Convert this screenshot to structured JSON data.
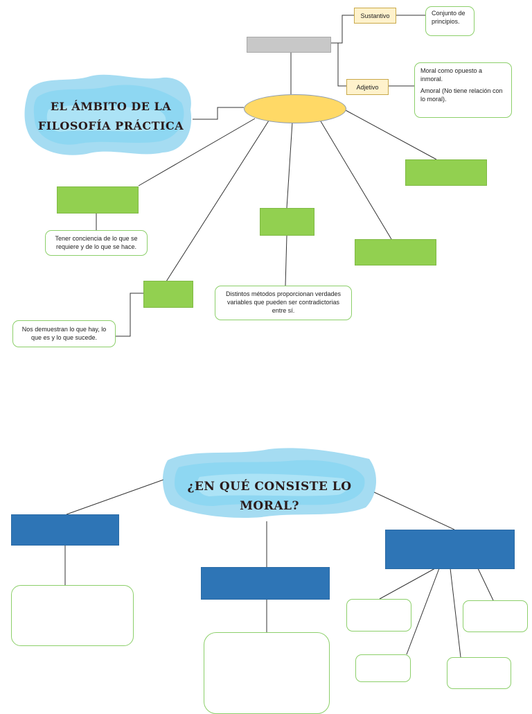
{
  "map1": {
    "title_line1": "EL ÁMBITO DE LA",
    "title_line2": "FILOSOFÍA PRÁCTICA",
    "tag_sustantivo": "Sustantivo",
    "tag_adjetivo": "Adjetivo",
    "note_sustantivo": "Conjunto de principios.",
    "note_adjetivo_1": "Moral como opuesto a inmoral.",
    "note_adjetivo_2": "Amoral (No tiene relación con lo moral).",
    "note_conciencia": "Tener conciencia de lo que se requiere y de lo que se hace.",
    "note_metodos": "Distintos métodos proporcionan verdades variables que pueden ser contradictorias entre sí.",
    "note_demuestran": "Nos demuestran lo que hay, lo que es y lo que sucede."
  },
  "map2": {
    "title": "¿EN QUÉ CONSISTE LO MORAL?"
  },
  "colors": {
    "ellipse_fill": "#ffd966",
    "green_box": "#92d050",
    "blue_box": "#2e75b6",
    "gray_box": "#c8c8c8",
    "tag_fill": "#fff2cc",
    "note_border": "#8ccf6a",
    "splash": "#5bc0e8"
  }
}
